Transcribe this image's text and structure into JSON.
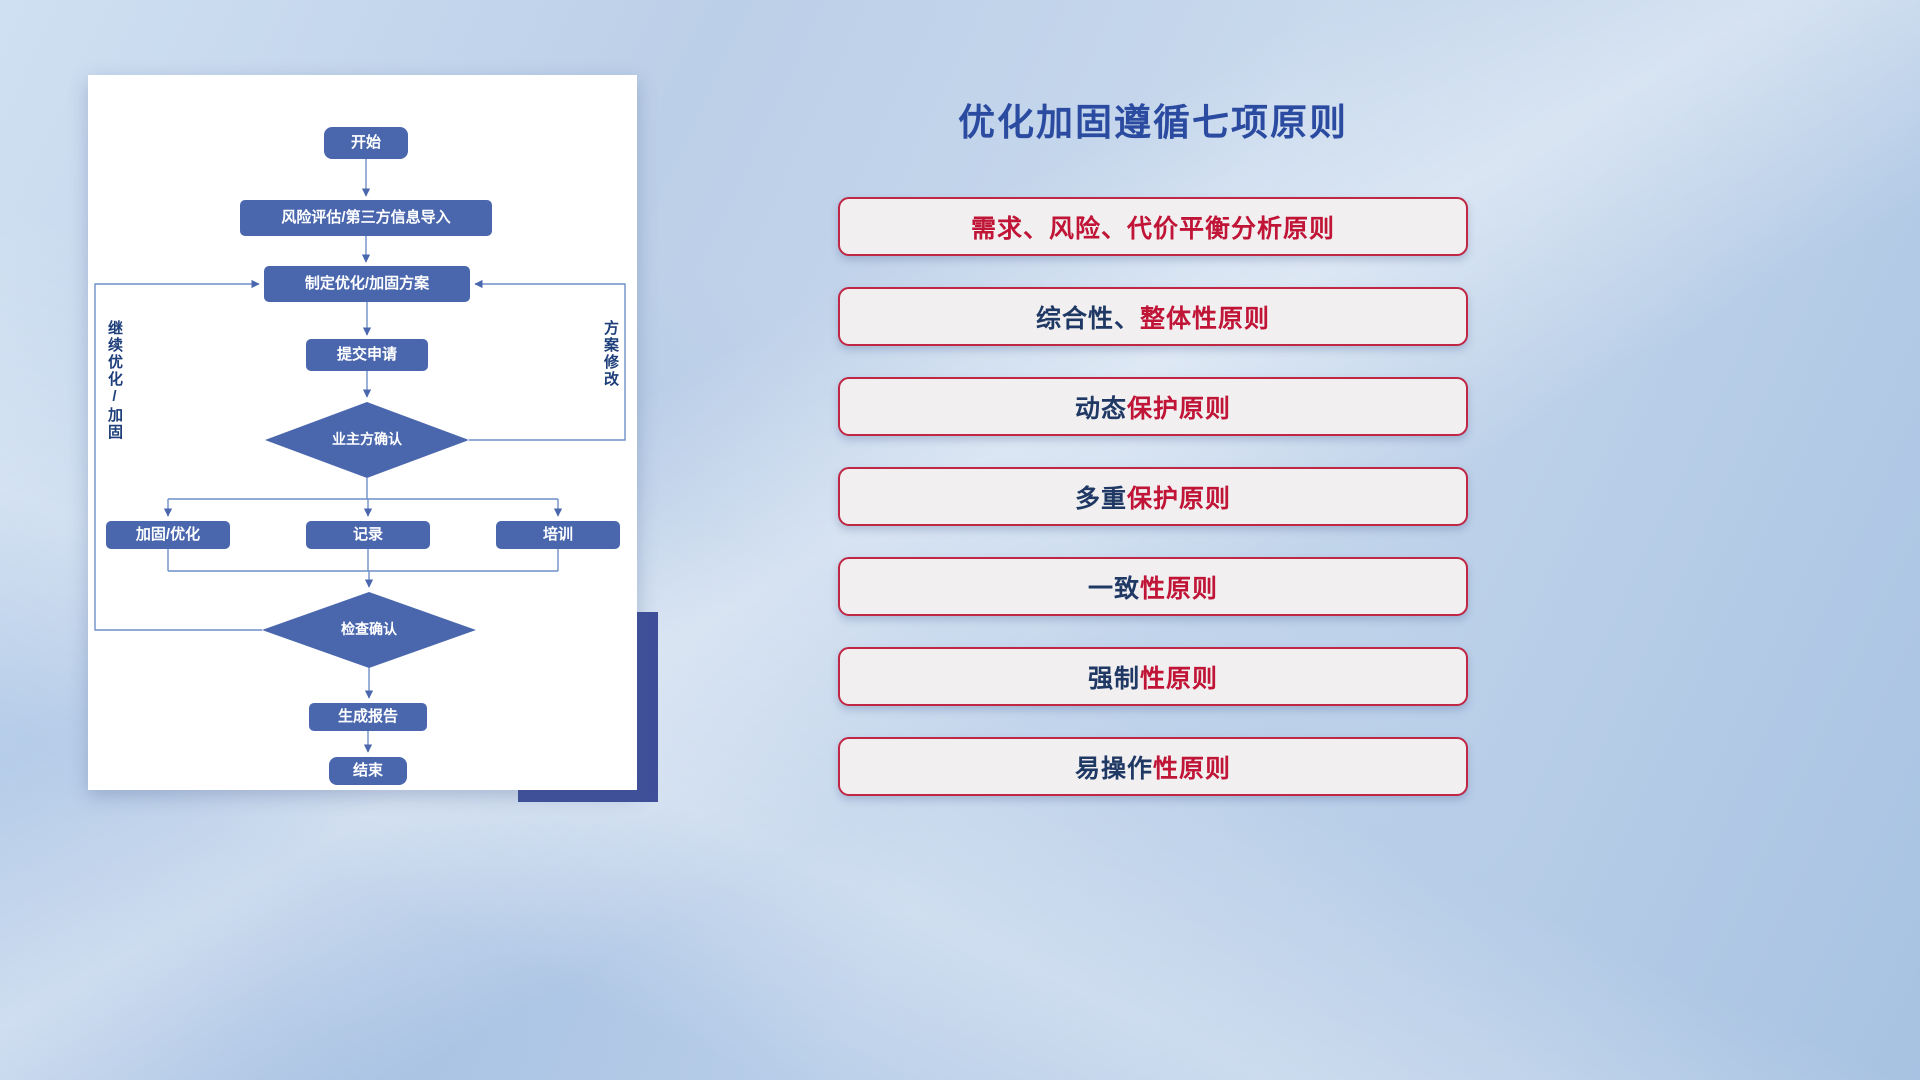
{
  "flowchart": {
    "nodes": {
      "start": "开始",
      "risk_import": "风险评估/第三方信息导入",
      "make_plan": "制定优化/加固方案",
      "submit": "提交申请",
      "owner_confirm": "业主方确认",
      "reinforce": "加固/优化",
      "record": "记录",
      "training": "培训",
      "check_confirm": "检查确认",
      "report": "生成报告",
      "end": "结束"
    },
    "loop_labels": {
      "continue_optimize": "继续优化/加固",
      "plan_revise": "方案修改"
    }
  },
  "principles": {
    "title": "优化加固遵循七项原则",
    "items": [
      {
        "prefix": "",
        "suffix": "需求、风险、代价平衡分析原则"
      },
      {
        "prefix": "综合性、",
        "suffix": "整体性原则"
      },
      {
        "prefix": "动态",
        "suffix": "保护原则"
      },
      {
        "prefix": "多重",
        "suffix": "保护原则"
      },
      {
        "prefix": "一致",
        "suffix": "性原则"
      },
      {
        "prefix": "强制",
        "suffix": "性原则"
      },
      {
        "prefix": "易操作",
        "suffix": "性原则"
      }
    ]
  },
  "colors": {
    "title_blue": "#2b4ba1",
    "node_blue": "#4a67ae",
    "connector_blue": "#6f8ec9",
    "principle_red": "#c01537",
    "principle_navy": "#1f3864",
    "principle_border": "#bf2745",
    "principle_bg": "#f1eff0",
    "card_bg": "#ffffff",
    "shadow_block": "#3f4f9a"
  }
}
